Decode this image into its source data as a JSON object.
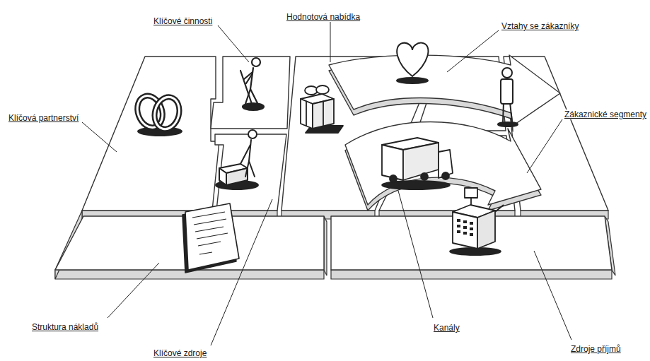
{
  "diagram": {
    "labels": [
      "Klíčové činnosti",
      "Hodnotová nabídka",
      "Vztahy se zákazníky",
      "Klíčová partnerství",
      "Zákaznické segmenty",
      "Struktura nákladů",
      "Kanály",
      "Klíčové zdroje",
      "Zdroje příjmů"
    ]
  }
}
